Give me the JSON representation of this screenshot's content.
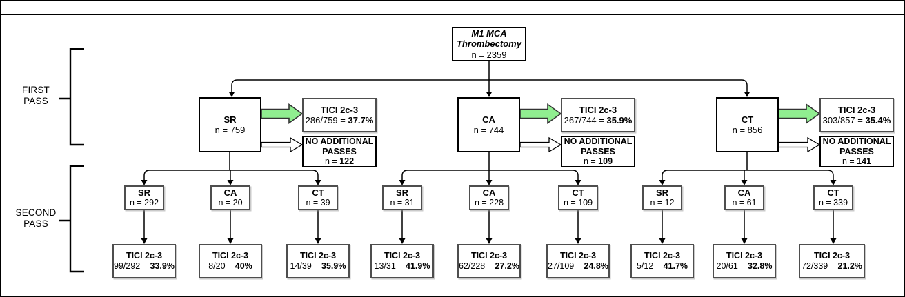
{
  "title_box": {
    "line1": "M1 MCA",
    "line2": "Thrombectomy",
    "n": "n = 2359"
  },
  "stage_labels": {
    "first_line1": "FIRST",
    "first_line2": "PASS",
    "second_line1": "SECOND",
    "second_line2": "PASS"
  },
  "colors": {
    "arrow_green": "#90EE90",
    "arrow_outline": "#333333",
    "line": "#000000"
  },
  "branches": [
    {
      "first_pass": {
        "label": "SR",
        "n": "n = 759"
      },
      "tici": {
        "label": "TICI 2c-3",
        "ratio": "286/759 = ",
        "pct": "37.7%"
      },
      "no_additional": {
        "line1": "NO ADDITIONAL",
        "line2": "PASSES",
        "n_prefix": "n = ",
        "n_value": "122"
      },
      "second_pass": [
        {
          "label": "SR",
          "n": "n = 292",
          "tici_label": "TICI 2c-3",
          "ratio": "99/292 = ",
          "pct": "33.9%"
        },
        {
          "label": "CA",
          "n": "n = 20",
          "tici_label": "TICI 2c-3",
          "ratio": "8/20 = ",
          "pct": "40%"
        },
        {
          "label": "CT",
          "n": "n = 39",
          "tici_label": "TICI 2c-3",
          "ratio": "14/39 = ",
          "pct": "35.9%"
        }
      ]
    },
    {
      "first_pass": {
        "label": "CA",
        "n": "n = 744"
      },
      "tici": {
        "label": "TICI 2c-3",
        "ratio": "267/744 = ",
        "pct": "35.9%"
      },
      "no_additional": {
        "line1": "NO ADDITIONAL",
        "line2": "PASSES",
        "n_prefix": "n = ",
        "n_value": "109"
      },
      "second_pass": [
        {
          "label": "SR",
          "n": "n = 31",
          "tici_label": "TICI 2c-3",
          "ratio": "13/31 = ",
          "pct": "41.9%"
        },
        {
          "label": "CA",
          "n": "n = 228",
          "tici_label": "TICI 2c-3",
          "ratio": "62/228 = ",
          "pct": "27.2%"
        },
        {
          "label": "CT",
          "n": "n = 109",
          "tici_label": "TICI 2c-3",
          "ratio": "27/109 = ",
          "pct": "24.8%"
        }
      ]
    },
    {
      "first_pass": {
        "label": "CT",
        "n": "n = 856"
      },
      "tici": {
        "label": "TICI 2c-3",
        "ratio": "303/857 = ",
        "pct": "35.4%"
      },
      "no_additional": {
        "line1": "NO ADDITIONAL",
        "line2": "PASSES",
        "n_prefix": "n = ",
        "n_value": "141"
      },
      "second_pass": [
        {
          "label": "SR",
          "n": "n = 12",
          "tici_label": "TICI 2c-3",
          "ratio": "5/12 = ",
          "pct": "41.7%"
        },
        {
          "label": "CA",
          "n": "n = 61",
          "tici_label": "TICI 2c-3",
          "ratio": "20/61 = ",
          "pct": "32.8%"
        },
        {
          "label": "CT",
          "n": "n = 339",
          "tici_label": "TICI 2c-3",
          "ratio": "72/339 = ",
          "pct": "21.2%"
        }
      ]
    }
  ]
}
